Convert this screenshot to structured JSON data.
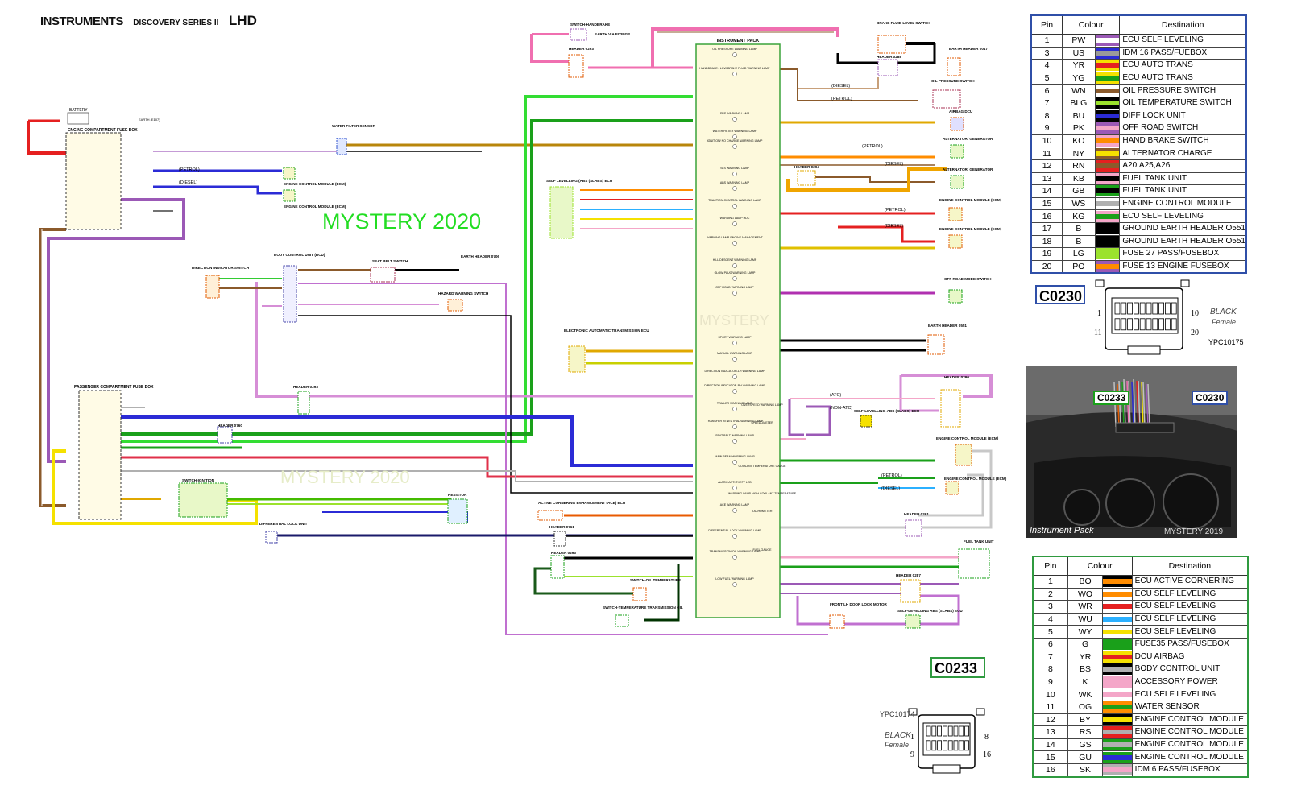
{
  "header": {
    "title": "INSTRUMENTS",
    "series": "DISCOVERY SERIES II",
    "drive": "LHD"
  },
  "watermarks": {
    "main": "MYSTERY 2020",
    "faint_mid": "MYSTERY",
    "faint_bottom": "MYSTERY 2020",
    "photo": "MYSTERY 2019"
  },
  "table_c0230": {
    "headers": [
      "Pin",
      "Colour",
      "Destination"
    ],
    "rows": [
      {
        "pin": "1",
        "code": "PW",
        "colors": [
          "#9b59b6",
          "#ffffff"
        ],
        "dest": "ECU SELF LEVELING"
      },
      {
        "pin": "3",
        "code": "US",
        "colors": [
          "#2b2bd6",
          "#9a9a9a"
        ],
        "dest": "IDM 16 PASS/FUEBOX"
      },
      {
        "pin": "4",
        "code": "YR",
        "colors": [
          "#f5e100",
          "#e52020"
        ],
        "dest": "ECU AUTO TRANS"
      },
      {
        "pin": "5",
        "code": "YG",
        "colors": [
          "#f5e100",
          "#1aa01a"
        ],
        "dest": "ECU AUTO TRANS"
      },
      {
        "pin": "6",
        "code": "WN",
        "colors": [
          "#ffffff",
          "#8b5a2b"
        ],
        "dest": "OIL PRESSURE SWITCH"
      },
      {
        "pin": "7",
        "code": "BLG",
        "colors": [
          "#000000",
          "#9be22d"
        ],
        "dest": "OIL TEMPERATURE SWITCH"
      },
      {
        "pin": "8",
        "code": "BU",
        "colors": [
          "#000000",
          "#2b2bd6"
        ],
        "dest": "DIFF LOCK UNIT"
      },
      {
        "pin": "9",
        "code": "PK",
        "colors": [
          "#9b59b6",
          "#f4a6c8"
        ],
        "dest": "OFF ROAD SWITCH"
      },
      {
        "pin": "10",
        "code": "KO",
        "colors": [
          "#f4a6c8",
          "#ff8c00"
        ],
        "dest": "HAND BRAKE SWITCH"
      },
      {
        "pin": "11",
        "code": "NY",
        "colors": [
          "#8b5a2b",
          "#f5e100"
        ],
        "dest": "ALTERNATOR CHARGE"
      },
      {
        "pin": "12",
        "code": "RN",
        "colors": [
          "#e52020",
          "#8b5a2b"
        ],
        "dest": "A20,A25,A26"
      },
      {
        "pin": "13",
        "code": "KB",
        "colors": [
          "#f4a6c8",
          "#000000"
        ],
        "dest": "FUEL TANK UNIT"
      },
      {
        "pin": "14",
        "code": "GB",
        "colors": [
          "#1aa01a",
          "#000000"
        ],
        "dest": "FUEL TANK UNIT"
      },
      {
        "pin": "15",
        "code": "WS",
        "colors": [
          "#ffffff",
          "#b0b0b0"
        ],
        "dest": "ENGINE CONTROL MODULE"
      },
      {
        "pin": "16",
        "code": "KG",
        "colors": [
          "#f4a6c8",
          "#1aa01a"
        ],
        "dest": "ECU SELF LEVELING"
      },
      {
        "pin": "17",
        "code": "B",
        "colors": [
          "#000000",
          "#000000"
        ],
        "dest": "GROUND EARTH HEADER O551"
      },
      {
        "pin": "18",
        "code": "B",
        "colors": [
          "#000000",
          "#000000"
        ],
        "dest": "GROUND EARTH HEADER O551"
      },
      {
        "pin": "19",
        "code": "LG",
        "colors": [
          "#9be22d",
          "#9be22d"
        ],
        "dest": "FUSE 27 PASS/FUSEBOX"
      },
      {
        "pin": "20",
        "code": "PO",
        "colors": [
          "#9b59b6",
          "#ff8c00"
        ],
        "dest": "FUSE 13 ENGINE FUSEBOX"
      }
    ]
  },
  "table_c0233": {
    "headers": [
      "Pin",
      "Colour",
      "Destination"
    ],
    "rows": [
      {
        "pin": "1",
        "code": "BO",
        "colors": [
          "#000000",
          "#ff8c00"
        ],
        "dest": "ECU ACTIVE CORNERING"
      },
      {
        "pin": "2",
        "code": "WO",
        "colors": [
          "#ffffff",
          "#ff8c00"
        ],
        "dest": "ECU SELF LEVELING"
      },
      {
        "pin": "3",
        "code": "WR",
        "colors": [
          "#ffffff",
          "#e52020"
        ],
        "dest": "ECU SELF LEVELING"
      },
      {
        "pin": "4",
        "code": "WU",
        "colors": [
          "#ffffff",
          "#2bb0ff"
        ],
        "dest": "ECU SELF LEVELING"
      },
      {
        "pin": "5",
        "code": "WY",
        "colors": [
          "#ffffff",
          "#f5e100"
        ],
        "dest": "ECU SELF LEVELING"
      },
      {
        "pin": "6",
        "code": "G",
        "colors": [
          "#1aa01a",
          "#1aa01a"
        ],
        "dest": "FUSE35 PASS/FUSEBOX"
      },
      {
        "pin": "7",
        "code": "YR",
        "colors": [
          "#f5e100",
          "#e52020"
        ],
        "dest": "DCU AIRBAG"
      },
      {
        "pin": "8",
        "code": "BS",
        "colors": [
          "#000000",
          "#b0b0b0"
        ],
        "dest": "BODY CONTROL UNIT"
      },
      {
        "pin": "9",
        "code": "K",
        "colors": [
          "#f4a6c8",
          "#f4a6c8"
        ],
        "dest": "ACCESSORY POWER"
      },
      {
        "pin": "10",
        "code": "WK",
        "colors": [
          "#ffffff",
          "#f4a6c8"
        ],
        "dest": "ECU SELF LEVELING"
      },
      {
        "pin": "11",
        "code": "OG",
        "colors": [
          "#ff8c00",
          "#1aa01a"
        ],
        "dest": "WATER SENSOR"
      },
      {
        "pin": "12",
        "code": "BY",
        "colors": [
          "#000000",
          "#f5e100"
        ],
        "dest": "ENGINE CONTROL MODULE"
      },
      {
        "pin": "13",
        "code": "RS",
        "colors": [
          "#e52020",
          "#b0b0b0"
        ],
        "dest": "ENGINE CONTROL MODULE"
      },
      {
        "pin": "14",
        "code": "GS",
        "colors": [
          "#1aa01a",
          "#b0b0b0"
        ],
        "dest": "ENGINE CONTROL MODULE"
      },
      {
        "pin": "15",
        "code": "GU",
        "colors": [
          "#1aa01a",
          "#2b2bd6"
        ],
        "dest": "ENGINE CONTROL MODULE"
      },
      {
        "pin": "16",
        "code": "SK",
        "colors": [
          "#b0b0b0",
          "#f4a6c8"
        ],
        "dest": "IDM 6 PASS/FUSEBOX"
      }
    ]
  },
  "connector_c0230": {
    "name": "C0230",
    "pins_left_top": "1",
    "pins_right_top": "10",
    "pins_left_bottom": "11",
    "pins_right_bottom": "20",
    "colour_text": "BLACK",
    "gender_text": "Female",
    "part_no": "YPC10175"
  },
  "connector_c0233": {
    "name": "C0233",
    "pins_left_top": "1",
    "pins_right_top": "8",
    "pins_left_bottom": "9",
    "pins_right_bottom": "16",
    "colour_text": "BLACK",
    "gender_text": "Female",
    "part_no": "YPC10174"
  },
  "photo": {
    "caption": "Instrument Pack",
    "tag1": "C0233",
    "tag2": "C0230"
  },
  "components": {
    "battery": "BATTERY",
    "engine_fusebox": "ENGINE COMPARTMENT FUSE BOX",
    "earth_e107": "EARTH (E107)",
    "water_filter": "WATER FILTER SENSOR",
    "ecm_petrol": "ENGINE CONTROL MODULE (ECM)",
    "ecm_diesel": "ENGINE CONTROL MODULE (ECM)",
    "direction_switch": "DIRECTION INDICATOR SWITCH",
    "bcu": "BODY CONTROL UNIT (BCU)",
    "seat_belt": "SEAT BELT SWITCH",
    "earth_0706": "EARTH HEADER 0706",
    "hazard": "HAZARD WARNING SWITCH",
    "self_levelling": "SELF LEVELLING (ABS (SLABS) ECU",
    "switch_handbrake": "SWITCH-HANDBRAKE",
    "header_0293a": "HEADER 0293",
    "earth_via_fixings": "EARTH VIA FIXINGS",
    "instrument_pack": "INSTRUMENT PACK",
    "brake_fluid": "BRAKE FLUID LEVEL SWITCH",
    "header_0288": "HEADER 0288",
    "earth_0017": "EARTH HEADER 0017",
    "oil_pressure": "OIL PRESSURE SWITCH",
    "airbag": "AIRBAG DCU",
    "alternator1": "ALTERNATOR/ GENERATOR",
    "alternator2": "ALTERNATOR/ GENERATOR",
    "header_0294": "HEADER 0294",
    "ecm_right1": "ENGINE CONTROL MODULE (ECM)",
    "ecm_right2": "ENGINE CONTROL MODULE (ECM)",
    "off_road": "OFF ROAD MODE SWITCH",
    "earth_0551": "EARTH HEADER 0551",
    "eat_ecu": "ELECTRONIC AUTOMATIC TRANSMISSION ECU",
    "header_0290": "HEADER 0290",
    "slabs2": "SELF-LEVELLING-ABS (SLABS) ECU",
    "ecm_right3": "ENGINE CONTROL MODULE (ECM)",
    "ecm_right4": "ENGINE CONTROL MODULE (ECM)",
    "header_0291": "HEADER 0291",
    "fuel_tank": "FUEL TANK UNIT",
    "header_0287": "HEADER 0287",
    "front_lh_door": "FRONT LH DOOR LOCK MOTOR",
    "slabs3": "SELF-LEVELLING ABS (SLABS) ECU",
    "passenger_fusebox": "PASSENGER COMPARTMENT FUSE BOX",
    "header_0293b": "HEADER 0293",
    "header_0760": "HEADER 0760",
    "switch_ignition": "SWITCH-IGNITION",
    "resistor": "RESISTOR",
    "diff_lock": "DIFFERENTIAL LOCK UNIT",
    "ace_ecu": "ACTIVE CORNERING ENHANCEMENT (ACE) ECU",
    "header_0761": "HEADER 0761",
    "header_0293c": "HEADER 0293",
    "oil_temp": "SWITCH-OIL TEMPERATURE",
    "trans_oil": "SWITCH-TEMPERATURE TRANSMISSION OIL"
  },
  "lamps": [
    "OIL PRESSURE WARNING LAMP",
    "HANDBRAKE / LOW BRAKE FLUID WARNING LAMP",
    "SRS WARNING LAMP",
    "WATER FILTER WARNING LAMP",
    "IGNITION/ NO CHARGE WARNING LAMP",
    "SLS WARNING LAMP",
    "ABS WARNING LAMP",
    "TRACTION CONTROL WARNING LAMP",
    "WARNING LAMP HDC",
    "WARNING LAMP-ENGINE MANAGEMENT",
    "HILL DESCENT WARNING LAMP",
    "GLOW PLUG WARNING LAMP",
    "OFF ROAD WARNING LAMP",
    "SPORT WARNING LAMP",
    "MANUAL WARNING LAMP",
    "DIRECTION INDICATOR-LH WARNING LAMP",
    "DIRECTION INDICATOR-RH WARNING LAMP",
    "TRAILER WARNING LAMP",
    "TRANSFER IN NEUTRAL WARNING LAMP",
    "SEAT BELT WARNING LAMP",
    "MAIN BEAM WARNING LAMP",
    "ALARM ANTI THEFT LED",
    "ACE WARNING LAMP",
    "DIFFERENTIAL LOCK WARNING LAMP",
    "TRANSMISSION OIL WARNING LAMP",
    "LOW FUEL WARNING LAMP"
  ],
  "gauges": [
    "OVERSPEED WARNING LAMP",
    "SPEEDOMETER",
    "COOLANT TEMPERATURE GAUGE",
    "WARNING LAMP-HIGH COOLANT TEMPERATURE",
    "TACHOMETER",
    "FUEL GAUGE"
  ],
  "annotations": {
    "petrol": "(PETROL)",
    "diesel": "(DIESEL)",
    "atc": "(ATC)",
    "non_atc": "(NON-ATC)"
  },
  "colors": {
    "table1_border": "#2f4fa8",
    "table2_border": "#2f9a3f",
    "instrument_fill": "#fdf9dc",
    "instrument_border": "#3aa33a",
    "watermark_green": "#22dd22"
  }
}
